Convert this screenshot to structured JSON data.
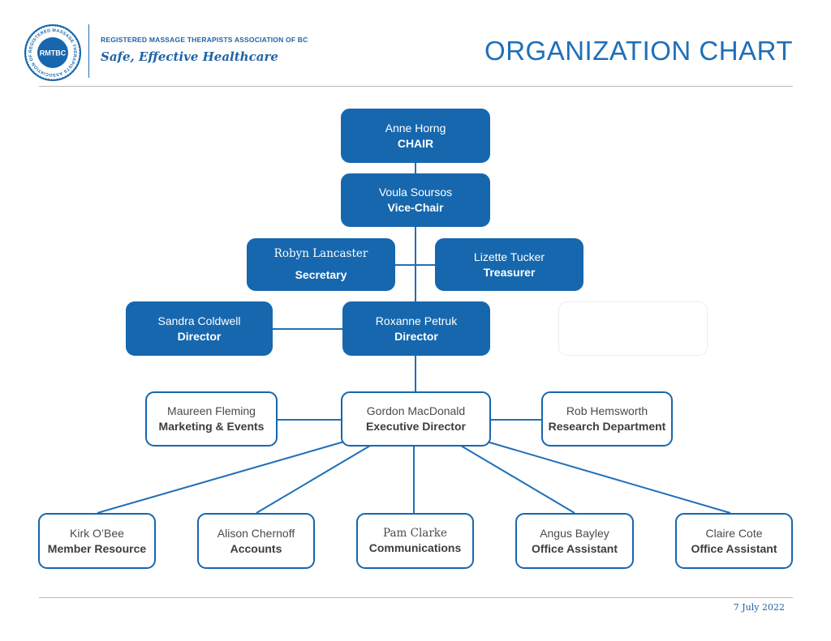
{
  "header": {
    "logo_text": "RMTBC",
    "logo_ring_text": "REGISTERED MASSAGE THERAPISTS ASSOCIATION OF BC",
    "org_name": "REGISTERED MASSAGE THERAPISTS ASSOCIATION OF BC",
    "tagline": "Safe, Effective Healthcare",
    "title": "ORGANIZATION CHART"
  },
  "chart": {
    "chair": {
      "name": "Anne Horng",
      "role": "CHAIR"
    },
    "vice_chair": {
      "name": "Voula Soursos",
      "role": "Vice-Chair"
    },
    "secretary": {
      "name": "Robyn Lancaster",
      "role": "Secretary"
    },
    "treasurer": {
      "name": "Lizette Tucker",
      "role": "Treasurer"
    },
    "director_1": {
      "name": "Sandra Coldwell",
      "role": "Director"
    },
    "director_2": {
      "name": "Roxanne Petruk",
      "role": "Director"
    },
    "marketing": {
      "name": "Maureen Fleming",
      "role": "Marketing & Events"
    },
    "executive_director": {
      "name": "Gordon MacDonald",
      "role": "Executive Director"
    },
    "research": {
      "name": "Rob Hemsworth",
      "role": "Research Department"
    },
    "staff": [
      {
        "name": "Kirk O’Bee",
        "role": "Member Resource"
      },
      {
        "name": "Alison Chernoff",
        "role": "Accounts"
      },
      {
        "name": "Pam Clarke",
        "role": "Communications"
      },
      {
        "name": "Angus Bayley",
        "role": "Office Assistant"
      },
      {
        "name": "Claire Cote",
        "role": "Office Assistant"
      }
    ]
  },
  "footer": {
    "date": "7 July 2022"
  },
  "colors": {
    "brand_blue": "#1667ae",
    "line": "#1f6fb8",
    "rule": "#b9b9b9"
  }
}
